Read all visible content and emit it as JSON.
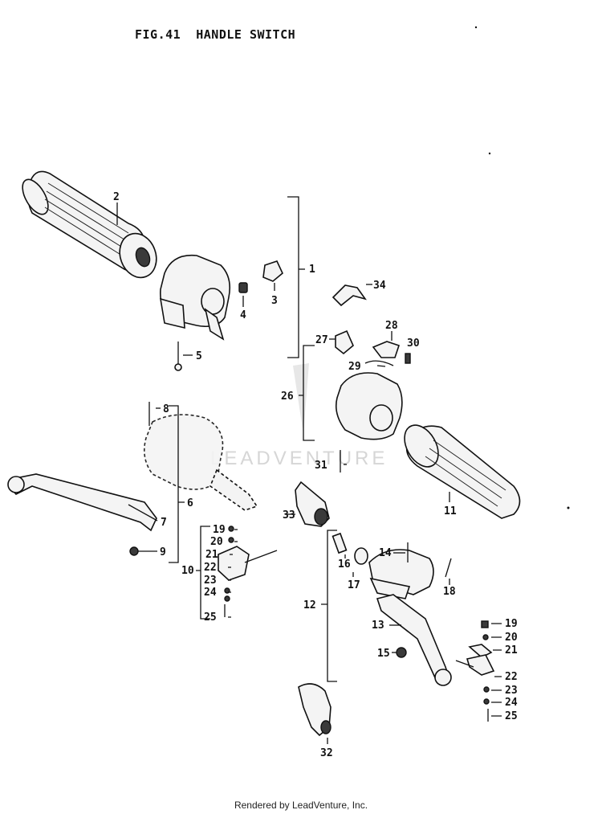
{
  "title": "FIG.41  HANDLE SWITCH",
  "footer": "Rendered by LeadVenture, Inc.",
  "watermark": "LEADVENTURE",
  "callouts": [
    "1",
    "2",
    "3",
    "4",
    "5",
    "6",
    "7",
    "8",
    "9",
    "10",
    "11",
    "12",
    "13",
    "14",
    "15",
    "16",
    "17",
    "18",
    "19",
    "20",
    "21",
    "22",
    "23",
    "24",
    "25",
    "26",
    "27",
    "28",
    "29",
    "30",
    "31",
    "32",
    "33",
    "34"
  ],
  "callouts_repeat": [
    "19",
    "20",
    "21",
    "22",
    "23",
    "24",
    "25"
  ]
}
